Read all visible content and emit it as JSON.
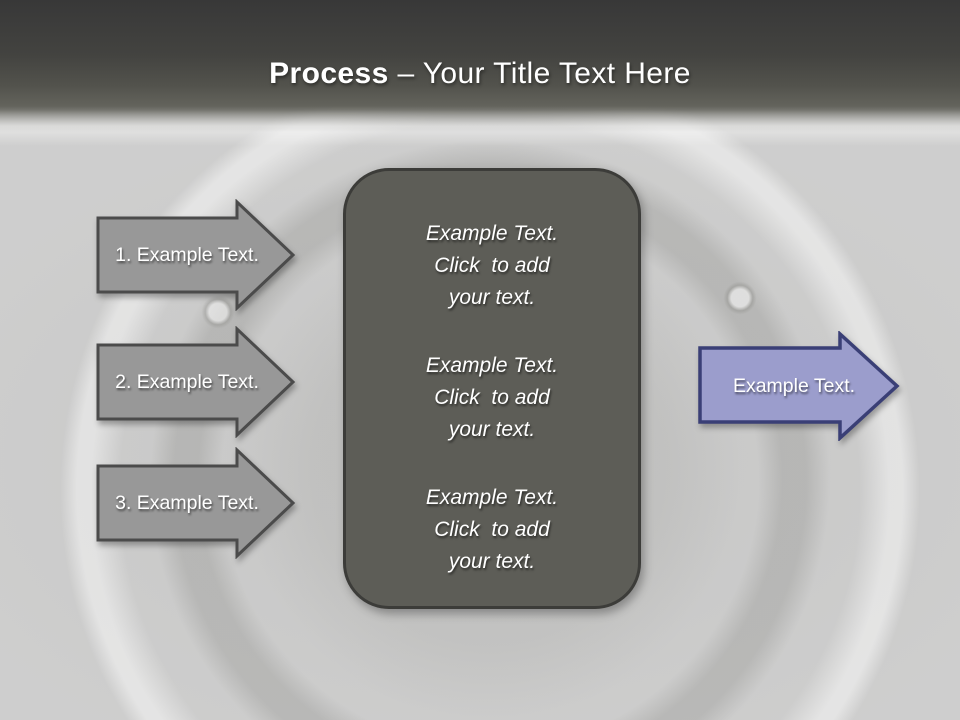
{
  "title": {
    "bold": "Process",
    "rest": " – Your Title Text Here"
  },
  "left_arrows": [
    {
      "label": "1. Example Text."
    },
    {
      "label": "2. Example Text."
    },
    {
      "label": "3. Example Text."
    }
  ],
  "center_box": {
    "paragraphs": [
      {
        "lines": [
          "Example Text.",
          "Click  to add",
          "your text."
        ]
      },
      {
        "lines": [
          "Example Text.",
          "Click  to add",
          "your text."
        ]
      },
      {
        "lines": [
          "Example Text.",
          "Click  to add",
          "your text."
        ]
      }
    ]
  },
  "right_arrow": {
    "label": "Example Text."
  },
  "colors": {
    "slide_background": "#cbcbcb",
    "header_dark": "#3a3a3a",
    "arrow_gray_fill": "#989898",
    "arrow_gray_border": "#4b4b4b",
    "arrow_purple_fill": "#9b9dcc",
    "arrow_purple_border": "#3a3f76",
    "box_fill": "#5d5d57",
    "box_border": "#3c3c39",
    "text_color": "#ffffff"
  }
}
